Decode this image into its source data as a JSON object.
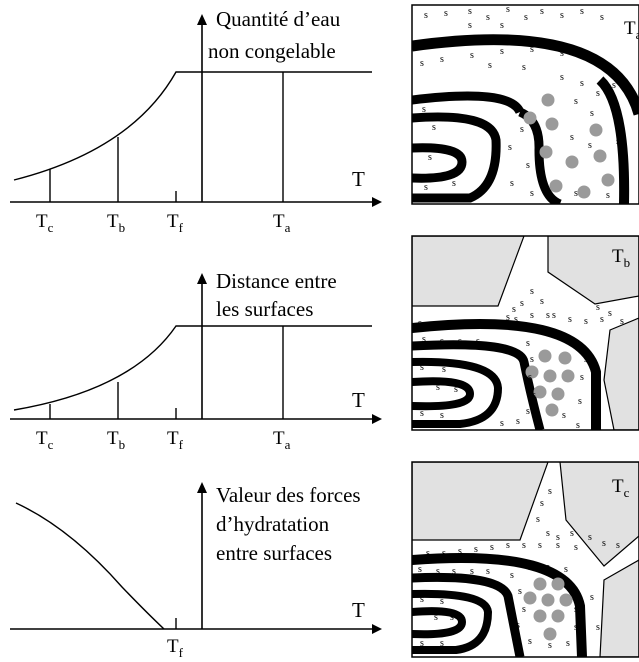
{
  "panels": [
    {
      "ylabel_lines": [
        "Quantité d’eau",
        "non congelable"
      ],
      "x_axis_label": "T",
      "ticks": [
        {
          "base": "T",
          "sub": "c"
        },
        {
          "base": "T",
          "sub": "b"
        },
        {
          "base": "T",
          "sub": "f"
        },
        {
          "base": "T",
          "sub": "a"
        }
      ],
      "state_label": {
        "base": "T",
        "sub": "a"
      }
    },
    {
      "ylabel_lines": [
        "Distance entre",
        "les surfaces"
      ],
      "x_axis_label": "T",
      "ticks": [
        {
          "base": "T",
          "sub": "c"
        },
        {
          "base": "T",
          "sub": "b"
        },
        {
          "base": "T",
          "sub": "f"
        },
        {
          "base": "T",
          "sub": "a"
        }
      ],
      "state_label": {
        "base": "T",
        "sub": "b"
      }
    },
    {
      "ylabel_lines": [
        "Valeur des forces",
        "d’hydratation",
        "entre surfaces"
      ],
      "x_axis_label": "T",
      "ticks": [
        {
          "base": "T",
          "sub": "f"
        }
      ],
      "state_label": {
        "base": "T",
        "sub": "c"
      }
    }
  ],
  "solute_symbol": "s",
  "colors": {
    "line": "#000000",
    "ice": "#e1e1e1",
    "particle": "#9a9a9a",
    "background": "#ffffff"
  }
}
